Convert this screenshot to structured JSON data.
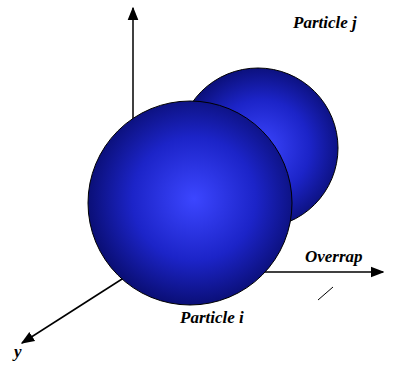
{
  "diagram": {
    "labels": [
      "Particle j",
      "Overrap",
      "Particle i",
      "y"
    ]
  }
}
